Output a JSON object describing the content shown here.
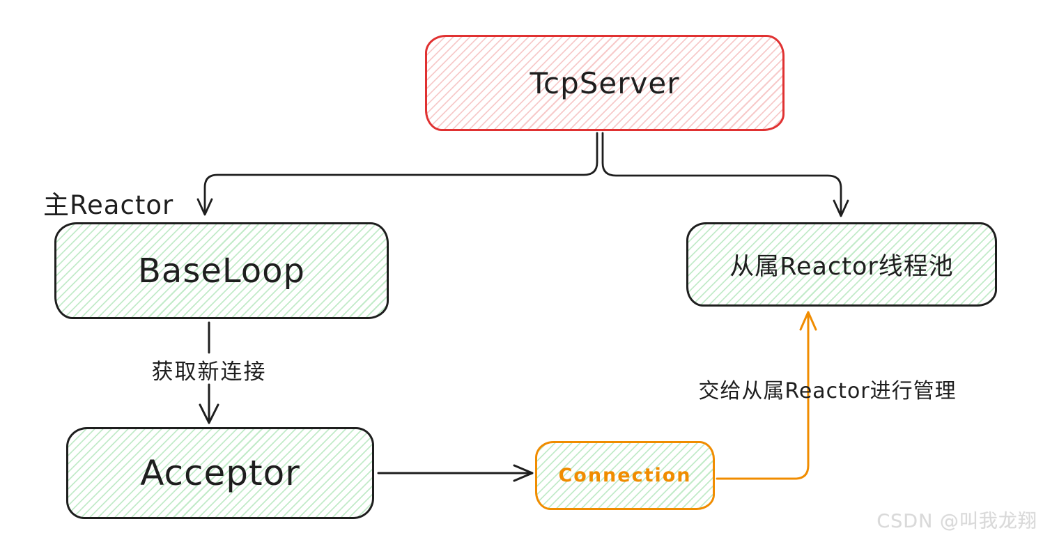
{
  "colors": {
    "ink": "#1e1e1e",
    "red": "#e03131",
    "orange": "#f08c00",
    "red_hatch": "rgba(224,49,49,.26)",
    "green_hatch": "rgba(64,192,87,.32)",
    "watermark": "#d9d9d9"
  },
  "nodes": {
    "tcp_server": {
      "label": "TcpServer"
    },
    "base_loop": {
      "label": "BaseLoop"
    },
    "sub_reactor_pool": {
      "label": "从属Reactor线程池"
    },
    "acceptor": {
      "label": "Acceptor"
    },
    "connection": {
      "label": "Connection"
    }
  },
  "labels": {
    "main_reactor": "主Reactor",
    "get_new_connection": "获取新连接",
    "hand_over_to_sub_reactor": "交给从属Reactor进行管理"
  },
  "watermark": "CSDN @叫我龙翔"
}
